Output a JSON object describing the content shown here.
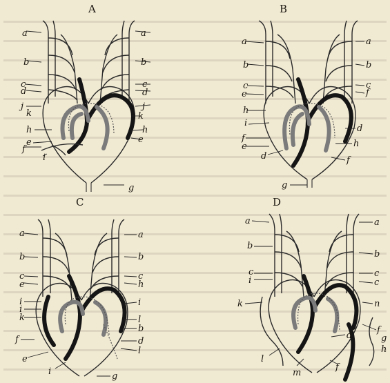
{
  "panels": [
    {
      "title": "A",
      "labels": [
        "a",
        "b",
        "c",
        "d",
        "j",
        "k",
        "h",
        "e",
        "f",
        "i",
        "a",
        "b",
        "c",
        "d",
        "j",
        "k",
        "h",
        "e",
        "g"
      ]
    },
    {
      "title": "B",
      "labels": [
        "a",
        "b",
        "c",
        "e",
        "h",
        "i",
        "f",
        "e",
        "d",
        "a",
        "b",
        "c",
        "f",
        "d",
        "h",
        "f",
        "g"
      ]
    },
    {
      "title": "C",
      "labels": [
        "a",
        "b",
        "c",
        "e",
        "i",
        "i",
        "k",
        "f",
        "e",
        "i",
        "a",
        "b",
        "c",
        "h",
        "i",
        "l",
        "b",
        "d",
        "l",
        "g"
      ]
    },
    {
      "title": "D",
      "labels": [
        "a",
        "b",
        "c",
        "i",
        "k",
        "l",
        "m",
        "a",
        "b",
        "c",
        "c",
        "n",
        "f",
        "g",
        "h",
        "d",
        "f"
      ]
    }
  ]
}
